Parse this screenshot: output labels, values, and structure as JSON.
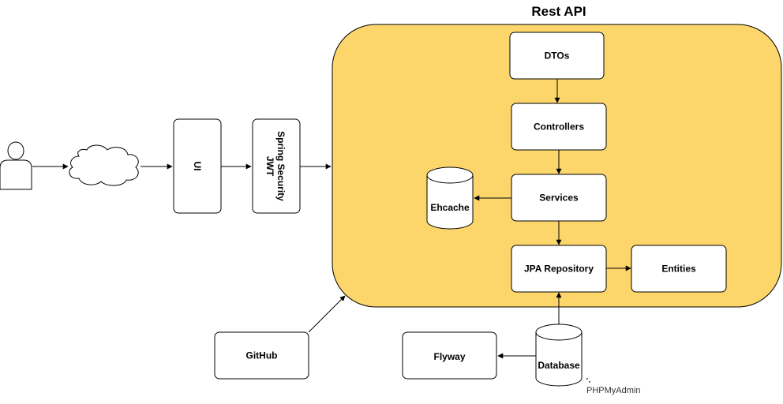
{
  "title": "Rest API",
  "colors": {
    "container": "#fcd66b",
    "stroke": "#000000",
    "node": "#ffffff"
  },
  "nodes": {
    "dtos": "DTOs",
    "controllers": "Controllers",
    "services": "Services",
    "ehcache": "Ehcache",
    "jpa_repository": "JPA Repository",
    "entities": "Entities",
    "ui": "UI",
    "spring_security": "Spring Security",
    "jwt": "JWT",
    "github": "GitHub",
    "flyway": "Flyway",
    "database": "Database",
    "phpmyadmin": "PHPMyAdmin"
  },
  "icons": {
    "user": "user-icon",
    "cloud": "cloud-icon"
  }
}
